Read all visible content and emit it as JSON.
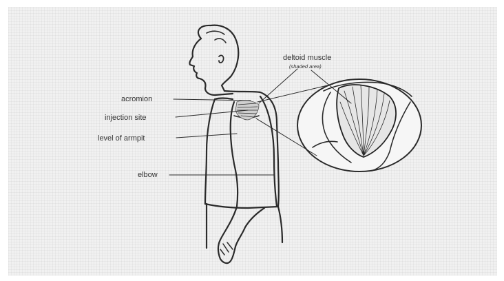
{
  "labels": {
    "acromion": "acromion",
    "injection_site": "injection site",
    "level_of_armpit": "level of armpit",
    "elbow": "elbow",
    "deltoid_muscle": "deltoid muscle",
    "deltoid_sub": "(shaded area)"
  }
}
